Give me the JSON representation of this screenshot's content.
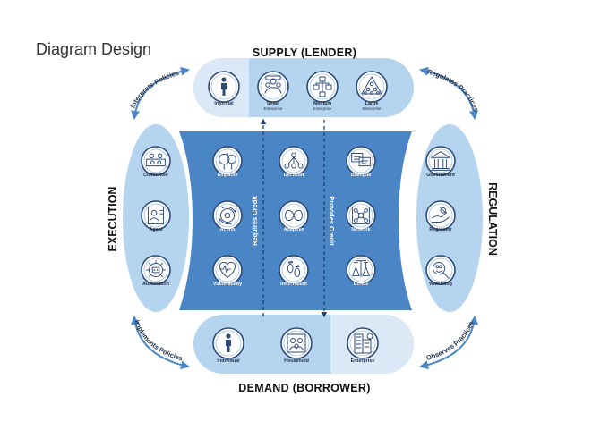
{
  "page_title": "Diagram Design",
  "sections": {
    "supply": "SUPPLY (LENDER)",
    "demand": "DEMAND (BORROWER)",
    "execution": "EXECUTION",
    "regulation": "REGULATION"
  },
  "arrows": {
    "interprets": "Interprets Policies",
    "regulates": "Regulates Practices",
    "implements": "Implements Policies",
    "observes": "Observes Practices",
    "requires_credit": "Requires Credit",
    "provides_credit": "Provides Credit"
  },
  "supply_nodes": [
    {
      "label": "Informal",
      "sub": "",
      "icon": "person-icon"
    },
    {
      "label": "Small",
      "sub": "Enterprise",
      "icon": "small-enterprise-icon"
    },
    {
      "label": "Medium",
      "sub": "Enterprise",
      "icon": "medium-enterprise-icon"
    },
    {
      "label": "Large",
      "sub": "Enterprise",
      "icon": "large-enterprise-icon"
    }
  ],
  "execution_nodes": [
    {
      "label": "Committee",
      "icon": "committee-icon"
    },
    {
      "label": "Agent",
      "icon": "agent-icon"
    },
    {
      "label": "Automation",
      "icon": "robot-icon"
    }
  ],
  "regulation_nodes": [
    {
      "label": "Government",
      "icon": "government-building-icon"
    },
    {
      "label": "Regulator",
      "icon": "regulator-icon"
    },
    {
      "label": "Watchdog",
      "icon": "watchdog-icon"
    }
  ],
  "center_nodes": [
    {
      "label": "Empathy",
      "icon": "empathy-icon"
    },
    {
      "label": "Decision",
      "icon": "decision-icon"
    },
    {
      "label": "Dialogue",
      "icon": "dialogue-icon"
    },
    {
      "label": "Action",
      "icon": "action-icon"
    },
    {
      "label": "Adaptive",
      "icon": "adaptive-icon"
    },
    {
      "label": "Network",
      "icon": "network-icon"
    },
    {
      "label": "Vulnerability",
      "icon": "heart-shield-icon"
    },
    {
      "label": "Information",
      "icon": "footprints-icon"
    },
    {
      "label": "Ethics",
      "icon": "ethics-flasks-icon"
    }
  ],
  "demand_nodes": [
    {
      "label": "Individual",
      "icon": "person-icon"
    },
    {
      "label": "Household",
      "icon": "household-icon"
    },
    {
      "label": "Enterprise",
      "icon": "enterprise-building-icon"
    }
  ],
  "colors": {
    "dark_blue": "#4a86c5",
    "medium_blue": "#7ab0de",
    "light_blue": "#b4d4ef",
    "lightest_blue": "#dbe9f7",
    "node_ring": "#2d4a78",
    "arrow": "#4a86c5",
    "dash": "#1f3f72"
  }
}
